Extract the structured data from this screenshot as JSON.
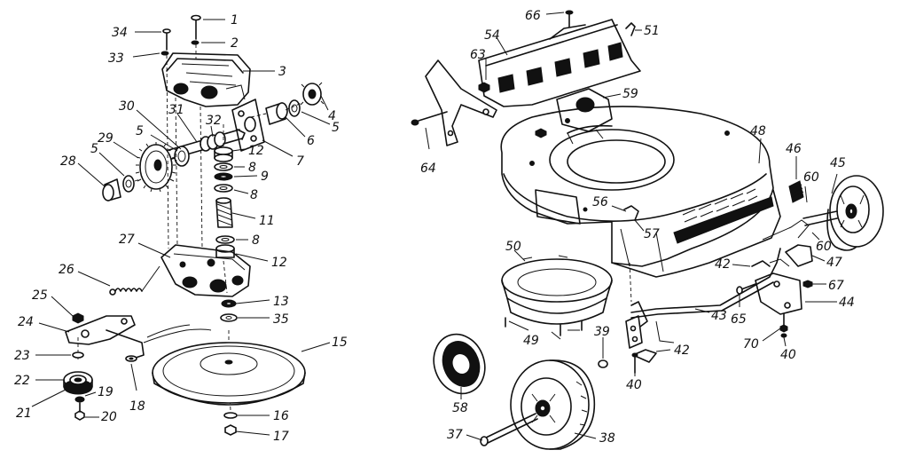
{
  "callouts": [
    {
      "label": "1"
    },
    {
      "label": "2"
    },
    {
      "label": "3"
    },
    {
      "label": "4"
    },
    {
      "label": "5"
    },
    {
      "label": "5"
    },
    {
      "label": "5"
    },
    {
      "label": "6"
    },
    {
      "label": "7"
    },
    {
      "label": "8"
    },
    {
      "label": "8"
    },
    {
      "label": "8"
    },
    {
      "label": "9"
    },
    {
      "label": "11"
    },
    {
      "label": "12"
    },
    {
      "label": "12"
    },
    {
      "label": "13"
    },
    {
      "label": "15"
    },
    {
      "label": "16"
    },
    {
      "label": "17"
    },
    {
      "label": "18"
    },
    {
      "label": "19"
    },
    {
      "label": "20"
    },
    {
      "label": "21"
    },
    {
      "label": "22"
    },
    {
      "label": "23"
    },
    {
      "label": "24"
    },
    {
      "label": "25"
    },
    {
      "label": "26"
    },
    {
      "label": "27"
    },
    {
      "label": "28"
    },
    {
      "label": "29"
    },
    {
      "label": "30"
    },
    {
      "label": "31"
    },
    {
      "label": "32"
    },
    {
      "label": "33"
    },
    {
      "label": "34"
    },
    {
      "label": "35"
    },
    {
      "label": "37"
    },
    {
      "label": "38"
    },
    {
      "label": "39"
    },
    {
      "label": "40"
    },
    {
      "label": "40"
    },
    {
      "label": "42"
    },
    {
      "label": "42"
    },
    {
      "label": "43"
    },
    {
      "label": "44"
    },
    {
      "label": "45"
    },
    {
      "label": "46"
    },
    {
      "label": "47"
    },
    {
      "label": "48"
    },
    {
      "label": "49"
    },
    {
      "label": "50"
    },
    {
      "label": "51"
    },
    {
      "label": "54"
    },
    {
      "label": "56"
    },
    {
      "label": "57"
    },
    {
      "label": "58"
    },
    {
      "label": "59"
    },
    {
      "label": "60"
    },
    {
      "label": "60"
    },
    {
      "label": "63"
    },
    {
      "label": "64"
    },
    {
      "label": "65"
    },
    {
      "label": "66"
    },
    {
      "label": "67"
    },
    {
      "label": "70"
    }
  ]
}
